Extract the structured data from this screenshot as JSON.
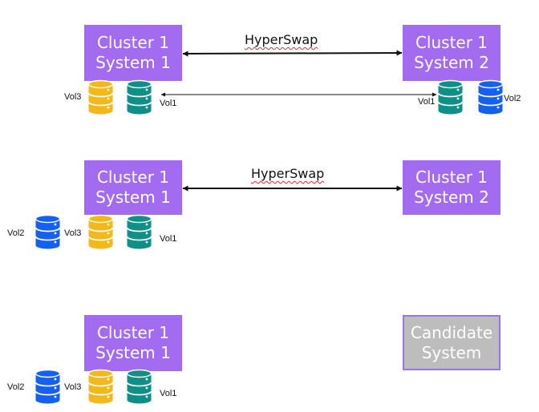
{
  "colors": {
    "system_box": "#a26bf0",
    "candidate_box": "#bdbdbd",
    "candidate_border": "#9d73e6",
    "vol_yellow": "#f2b81c",
    "vol_teal": "#0f8f87",
    "vol_blue": "#1461f0",
    "link": "#111111"
  },
  "icons": {
    "volume": "database-cylinder-icon",
    "link": "double-arrow-icon"
  },
  "row1": {
    "left_line1": "Cluster 1",
    "left_line2": "System 1",
    "right_line1": "Cluster 1",
    "right_line2": "System 2",
    "link_label": "HyperSwap",
    "vol_yellow_label": "Vol3",
    "vol_teal_left_label": "Vol1",
    "vol_teal_right_label": "Vol1",
    "vol_blue_label": "Vol2"
  },
  "row2": {
    "left_line1": "Cluster 1",
    "left_line2": "System 1",
    "right_line1": "Cluster 1",
    "right_line2": "System 2",
    "link_label": "HyperSwap",
    "vol_blue_label": "Vol2",
    "vol_yellow_label": "Vol3",
    "vol_teal_label": "Vol1"
  },
  "row3": {
    "left_line1": "Cluster 1",
    "left_line2": "System 1",
    "candidate_line1": "Candidate",
    "candidate_line2": "System",
    "vol_blue_label": "Vol2",
    "vol_yellow_label": "Vol3",
    "vol_teal_label": "Vol1"
  }
}
